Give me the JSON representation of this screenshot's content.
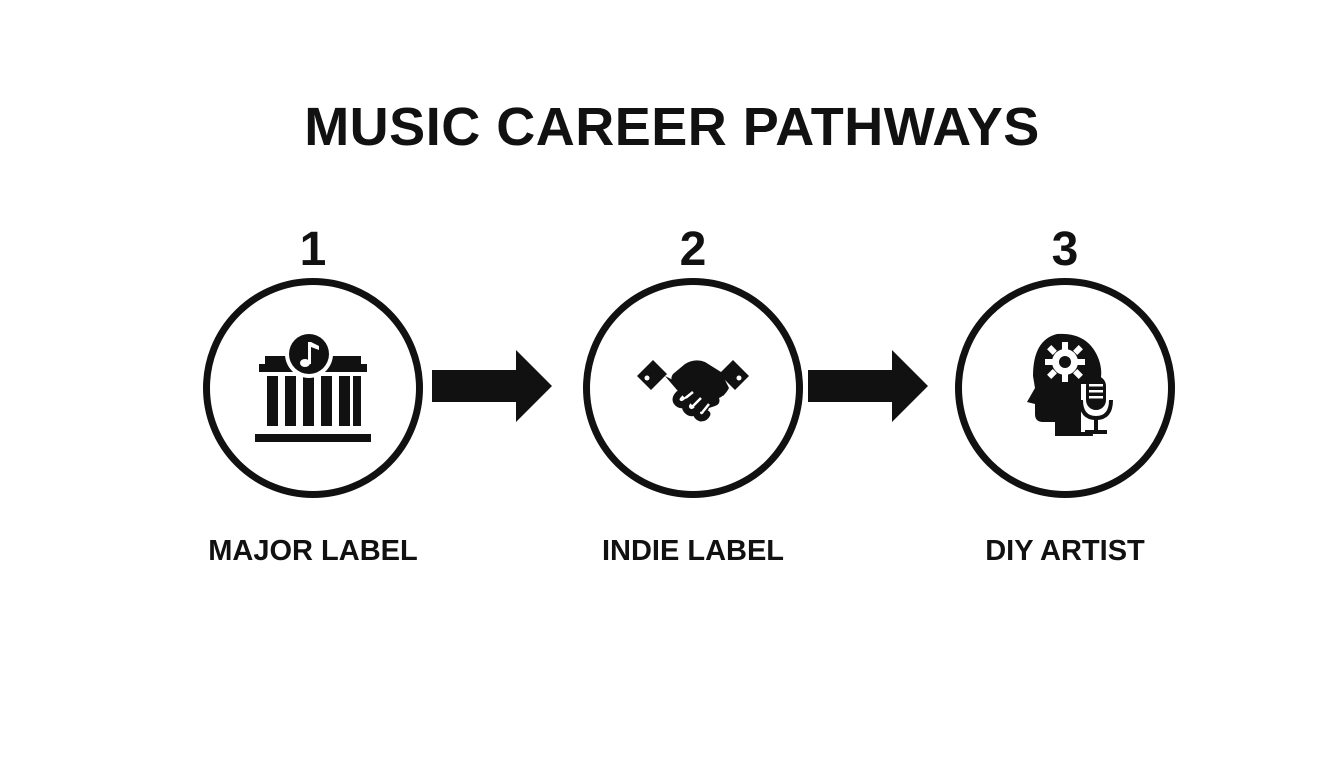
{
  "title": "MUSIC CAREER PATHWAYS",
  "steps": [
    {
      "number": "1",
      "label": "MAJOR LABEL",
      "icon": "record-label-building-icon"
    },
    {
      "number": "2",
      "label": "INDIE LABEL",
      "icon": "handshake-icon"
    },
    {
      "number": "3",
      "label": "DIY ARTIST",
      "icon": "head-gear-microphone-icon"
    }
  ],
  "colors": {
    "ink": "#111111",
    "background": "#ffffff"
  }
}
